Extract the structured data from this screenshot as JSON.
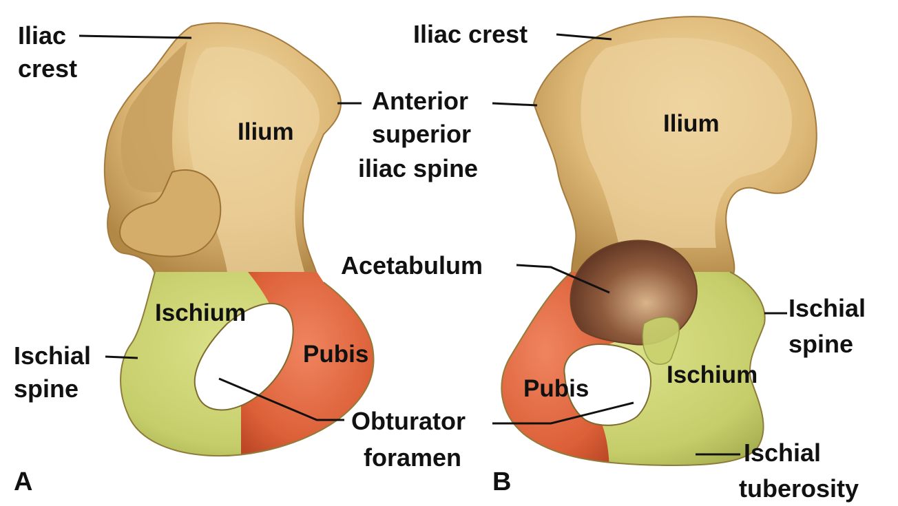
{
  "panels": {
    "a": {
      "letter": "A",
      "labels": {
        "iliac_crest_1": "Iliac",
        "iliac_crest_2": "crest",
        "ilium": "Ilium",
        "ischium": "Ischium",
        "pubis": "Pubis",
        "ischial_spine_1": "Ischial",
        "ischial_spine_2": "spine"
      }
    },
    "b": {
      "letter": "B",
      "labels": {
        "iliac_crest": "Iliac crest",
        "ilium": "Ilium",
        "acetabulum": "Acetabulum",
        "ischial_spine_1": "Ischial",
        "ischial_spine_2": "spine",
        "ischium": "Ischium",
        "pubis": "Pubis",
        "ischial_tuberosity_1": "Ischial",
        "ischial_tuberosity_2": "tuberosity"
      }
    }
  },
  "shared_labels": {
    "asis_1": "Anterior",
    "asis_2": "superior",
    "asis_3": "iliac spine",
    "obturator_1": "Obturator",
    "obturator_2": "foramen"
  },
  "colors": {
    "ilium": "#ddb877",
    "ilium_shade": "#b98f4e",
    "ischium": "#c9d16e",
    "pubis": "#e06640",
    "leader_line": "#111111"
  }
}
